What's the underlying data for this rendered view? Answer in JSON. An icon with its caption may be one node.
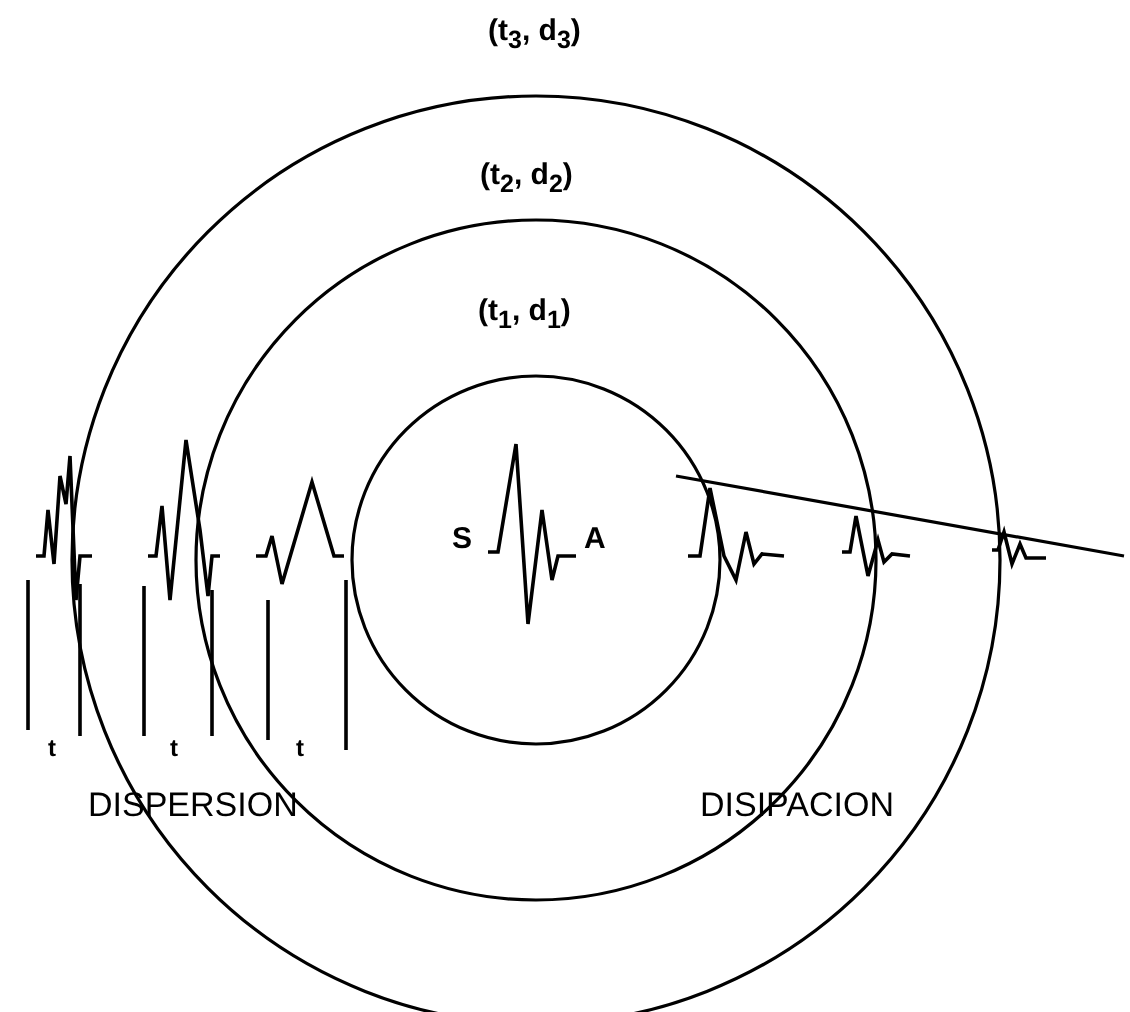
{
  "diagram": {
    "labels": [
      "(t$_{3}$, d$_{3}$)",
      "(t$_{2}$, d$_{2}$)",
      "(t$_{1}$, d$_{1}$)",
      "S",
      "A",
      "t",
      "t",
      "t",
      "DISPERSION",
      "DISIPACION"
    ]
  }
}
